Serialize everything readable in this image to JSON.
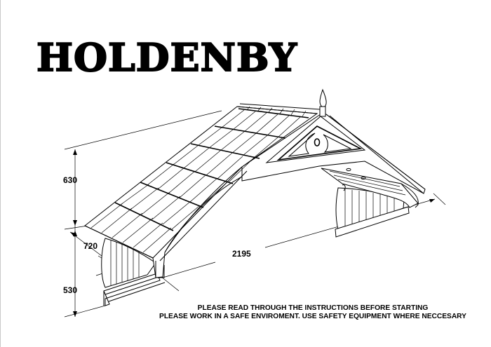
{
  "title": "HOLDENBY",
  "dimensions": {
    "roof_height": "630",
    "depth": "720",
    "bracket_height": "530",
    "width": "2195"
  },
  "notice": {
    "line1": "PLEASE READ THROUGH THE INSTRUCTIONS BEFORE STARTING",
    "line2": "PLEASE WORK IN A SAFE ENVIROMENT. USE SAFETY EQUIPMENT WHERE NECCESARY"
  },
  "colors": {
    "ink": "#000000",
    "paper": "#ffffff"
  }
}
